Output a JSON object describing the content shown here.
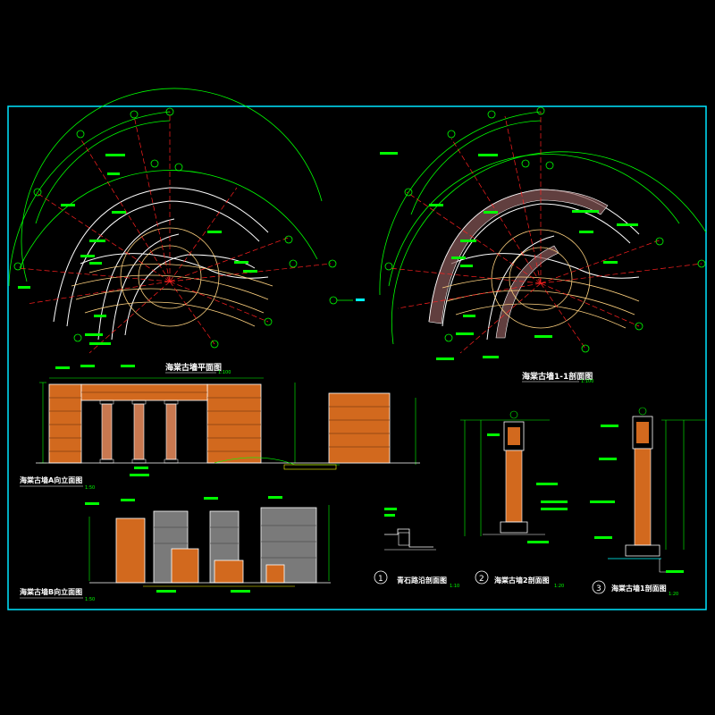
{
  "colors": {
    "background": "#000000",
    "border": "#00e5ff",
    "linework": "#ffffff",
    "dimension": "#00ff00",
    "axis": "#ff2020",
    "annotation": "#00ffff",
    "masonry": "#d2691e",
    "pillar": "#c87850",
    "stone_grey": "#7a7a7a",
    "label_bg": "#00ff00"
  },
  "titles": {
    "plan_1": "海棠古墙平面图",
    "plan_1_scale": "1:100",
    "plan_2": "海棠古墙1-1剖面图",
    "plan_2_scale": "1:100",
    "elev_1": "海棠古墙A向立面图",
    "elev_1_scale": "1:50",
    "elev_2": "海棠古墙B向立面图",
    "elev_2_scale": "1:50",
    "sec_1_num": "1",
    "sec_1": "青石路沿剖面图",
    "sec_1_scale": "1:10",
    "sec_2_num": "2",
    "sec_2": "海棠古墙2剖面图",
    "sec_2_scale": "1:20",
    "sec_3_num": "3",
    "sec_3": "海棠古墙1剖面图",
    "sec_3_scale": "1:20"
  },
  "icons": {
    "north_arrow": "north-arrow-icon",
    "section_marker": "section-marker-icon"
  }
}
